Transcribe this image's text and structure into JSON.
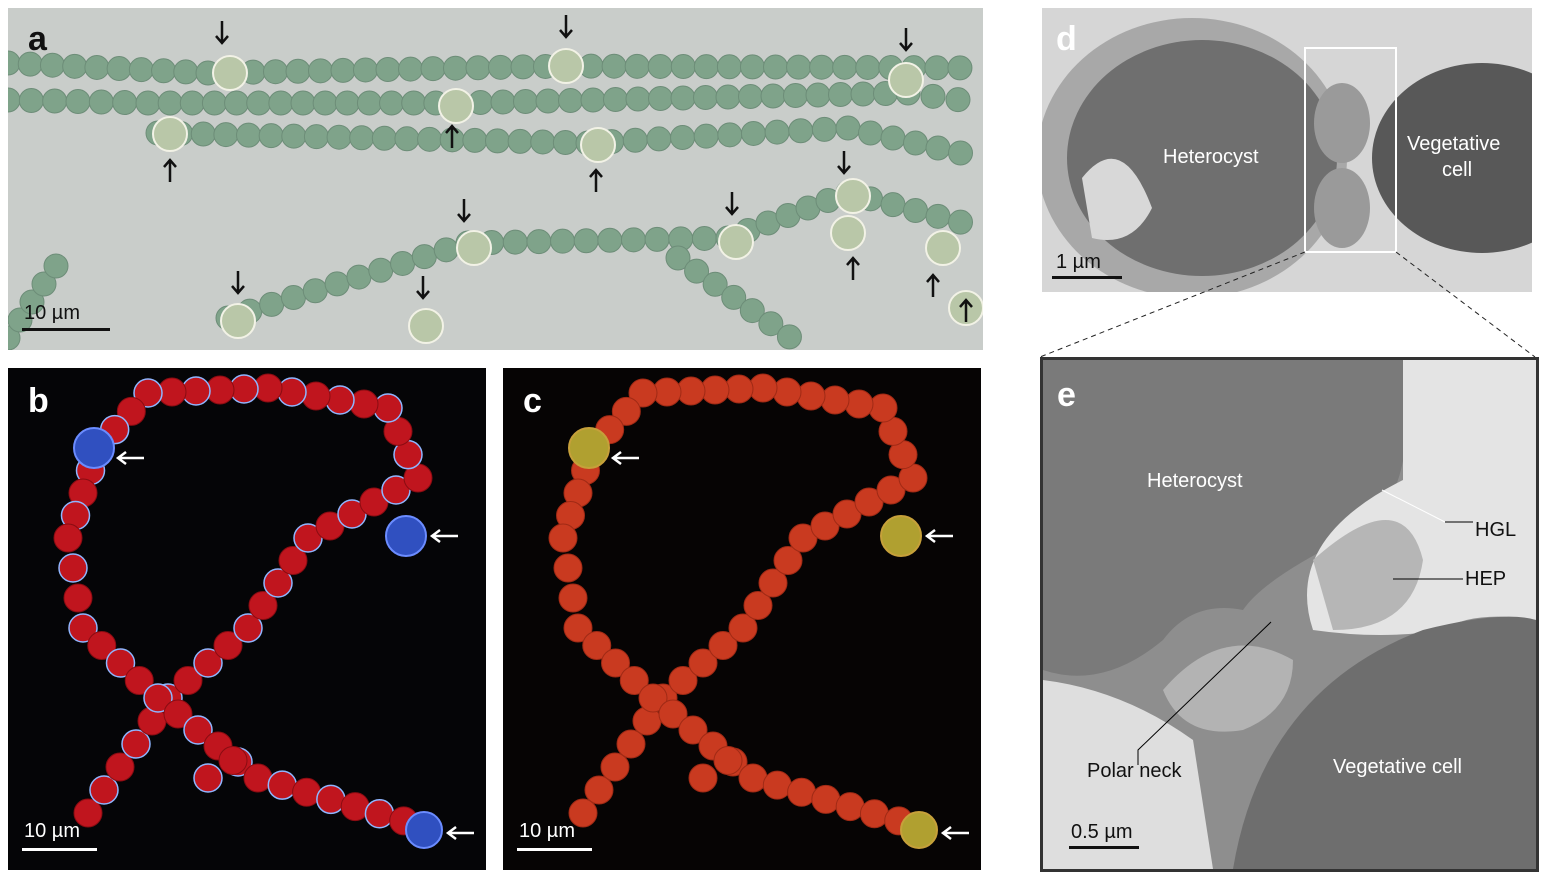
{
  "panels": {
    "a": {
      "letter": "a",
      "scale": "10 µm"
    },
    "b": {
      "letter": "b",
      "scale": "10 µm"
    },
    "c": {
      "letter": "c",
      "scale": "10 µm"
    },
    "d": {
      "letter": "d",
      "scale": "1 µm",
      "labels": {
        "heterocyst": "Heterocyst",
        "vegetative_1": "Vegetative",
        "vegetative_2": "cell"
      }
    },
    "e": {
      "letter": "e",
      "scale": "0.5 µm",
      "labels": {
        "heterocyst": "Heterocyst",
        "hgl": "HGL",
        "hep": "HEP",
        "polar_neck": "Polar neck",
        "vegetative": "Vegetative cell"
      }
    }
  },
  "colors": {
    "cell_green": "#7fa38a",
    "heterocyst_green": "#b9c7a8",
    "red": "#c8232a",
    "blue": "#3f5fd6",
    "yellow": "#b0a030"
  }
}
